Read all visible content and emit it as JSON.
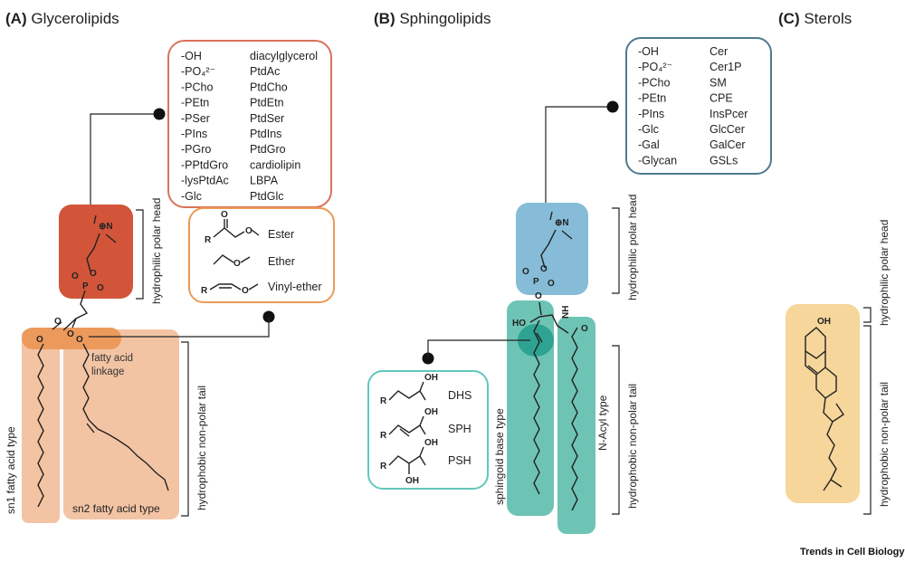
{
  "panels": {
    "a": {
      "letter": "(A)",
      "title": "Glycerolipids"
    },
    "b": {
      "letter": "(B)",
      "title": "Sphingolipids"
    },
    "c": {
      "letter": "(C)",
      "title": "Sterols"
    }
  },
  "glycerolipids": {
    "head_groups": [
      "-OH",
      "-PO₄²⁻",
      "-PCho",
      "-PEtn",
      "-PSer",
      "-PIns",
      "-PGro",
      "-PPtdGro",
      "-lysPtdAc",
      "-Glc"
    ],
    "lipid_names": [
      "diacylglycerol",
      "PtdAc",
      "PtdCho",
      "PtdEtn",
      "PtdSer",
      "PtdIns",
      "PtdGro",
      "cardiolipin",
      "LBPA",
      "PtdGlc"
    ],
    "linkages": [
      "Ester",
      "Ether",
      "Vinyl-ether"
    ],
    "label_head": "hydrophilic polar head",
    "label_tail": "hydrophobic non-polar tail",
    "label_sn1": "sn1 fatty acid type",
    "label_sn2": "sn2 fatty acid type",
    "label_linkage": [
      "fatty acid",
      "linkage"
    ]
  },
  "sphingolipids": {
    "head_groups": [
      "-OH",
      "-PO₄²⁻",
      "-PCho",
      "-PEtn",
      "-PIns",
      "-Glc",
      "-Gal",
      "-Glycan"
    ],
    "lipid_names": [
      "Cer",
      "Cer1P",
      "SM",
      "CPE",
      "InsPcer",
      "GlcCer",
      "GalCer",
      "GSLs"
    ],
    "bases": [
      "DHS",
      "SPH",
      "PSH"
    ],
    "label_head": "hydrophilic polar head",
    "label_tail": "hydrophobic non-polar tail",
    "label_base": "sphingoid base type",
    "label_acyl": "N-Acyl  type"
  },
  "sterols": {
    "label_head": "hydrophilic polar head",
    "label_tail": "hydrophobic non-polar tail"
  },
  "chem_labels": {
    "n_plus": "⊕N",
    "p": "P",
    "o": "O",
    "r": "R",
    "oh": "OH",
    "ho": "HO",
    "nh": "NH"
  },
  "credit": "Trends in Cell Biology",
  "colors": {
    "glycero_head": "#d2553a",
    "glycero_tail_light": "#f3c4a4",
    "glycero_glycerol": "#eb9a5c",
    "glycero_box_border": "#d9725a",
    "glycero_linkage_border": "#ec9a55",
    "sphingo_head": "#86bcd8",
    "sphingo_tail": "#6ec4b4",
    "sphingo_dark": "#2fa393",
    "sphingo_box_border": "#4f7a8e",
    "sphingo_base_border": "#62c7bb",
    "sterol": "#f6d69a"
  }
}
